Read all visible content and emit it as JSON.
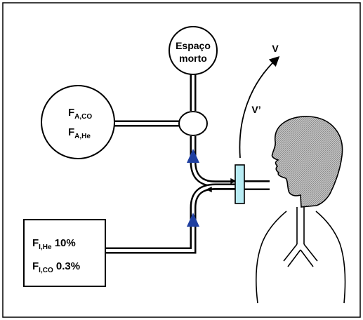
{
  "dead_space": {
    "line1": "Espaço",
    "line2": "morto"
  },
  "alveolar": {
    "fa_co": {
      "main": "F",
      "sub": "A,CO"
    },
    "fa_he": {
      "main": "F",
      "sub": "A,He"
    }
  },
  "inspired": {
    "fi_he": {
      "main": "F",
      "sub": "I,He",
      "value": "10%"
    },
    "fi_co": {
      "main": "F",
      "sub": "I,CO",
      "value": "0.3%"
    }
  },
  "flow": {
    "v_label": "V",
    "v_prime_label": "V’"
  },
  "colors": {
    "valve": "#1f3fa0",
    "filter": "#b8ecf4",
    "head": "#bdbdbd"
  }
}
